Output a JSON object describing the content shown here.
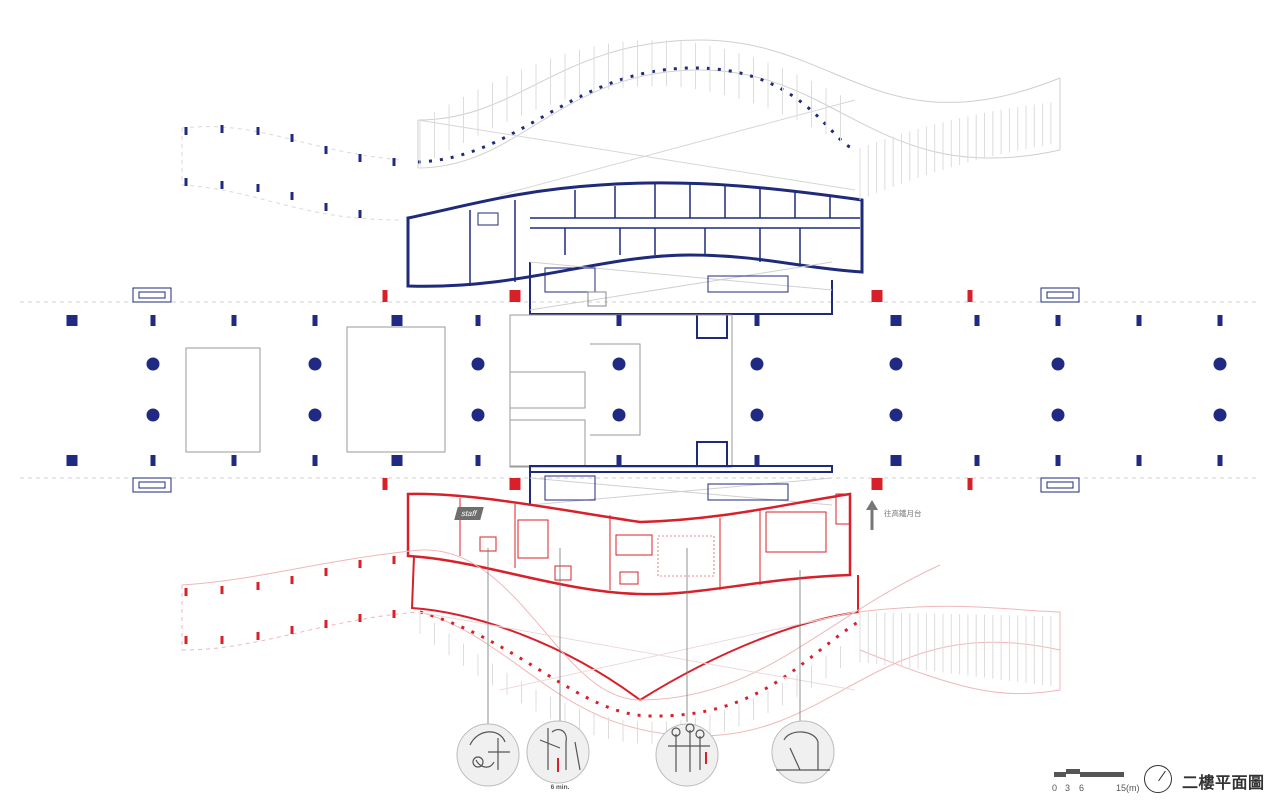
{
  "plan": {
    "title": "二樓平面圖",
    "staff_tag": "staff",
    "direction_label": "往高鐵月台",
    "vignette_caption": "6 min.",
    "scale": {
      "ticks": [
        "0",
        "3",
        "6",
        "15(m)"
      ]
    }
  },
  "colors": {
    "upper_wing": "#1f2a7a",
    "lower_wing": "#d8202a",
    "grid_line": "#c9c9c9",
    "outline": "#9a9a9a",
    "column": "#202a82"
  },
  "icons": [
    "north-arrow-icon",
    "escalator-icon",
    "person-vignette-icon"
  ]
}
